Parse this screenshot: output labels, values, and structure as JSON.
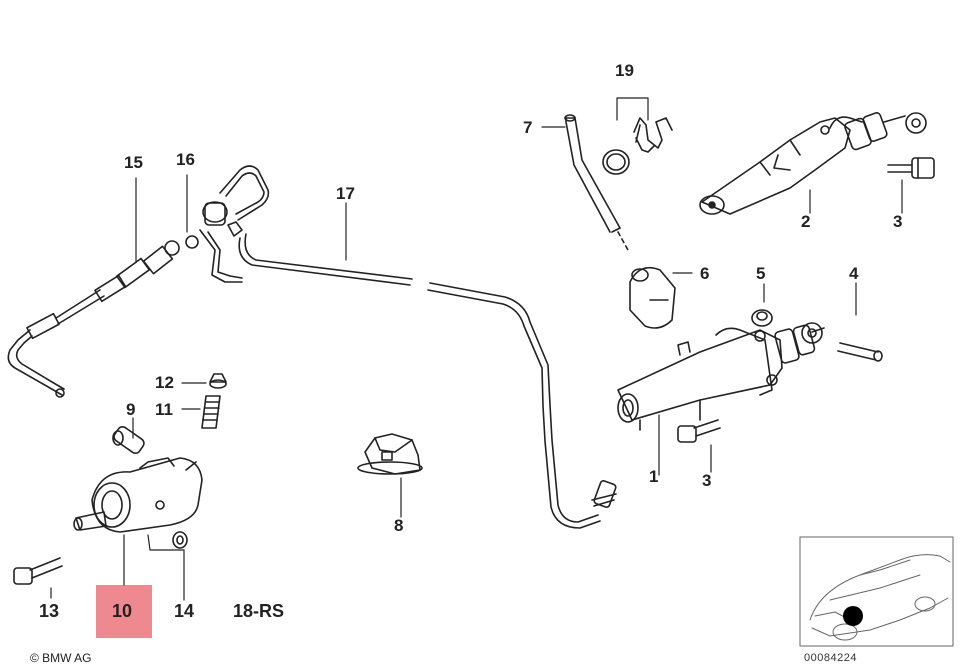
{
  "diagram": {
    "callouts": {
      "c1": "1",
      "c2": "2",
      "c3a": "3",
      "c3b": "3",
      "c4": "4",
      "c5": "5",
      "c6": "6",
      "c7": "7",
      "c8": "8",
      "c9": "9",
      "c10": "10",
      "c11": "11",
      "c12": "12",
      "c13": "13",
      "c14": "14",
      "c15": "15",
      "c16": "16",
      "c17": "17",
      "c18": "18-RS",
      "c19": "19"
    },
    "highlighted_part": "10",
    "highlight_color": "#ee8a8f",
    "copyright": "© BMW AG",
    "doc_number": "00084224",
    "line_color": "#222222"
  }
}
